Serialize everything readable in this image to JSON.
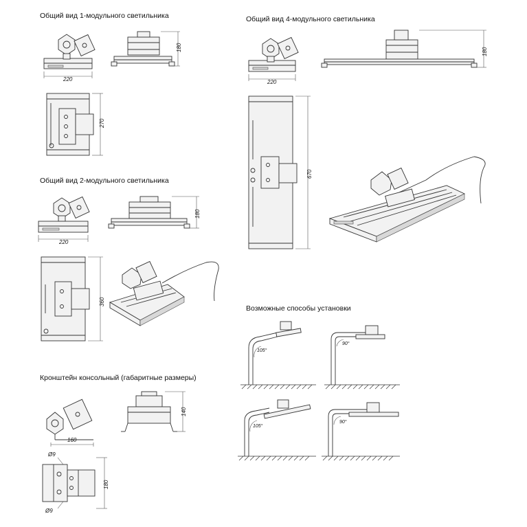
{
  "titles": {
    "one_module": "Общий вид 1-модульного светильника",
    "four_module": "Общий вид 4-модульного светильника",
    "two_module": "Общий вид 2-модульного светильника",
    "bracket": "Кронштейн консольный (габаритные размеры)",
    "mounting": "Возможные способы установки"
  },
  "dimensions": {
    "m1_width": "220",
    "m1_height": "180",
    "m1_length": "270",
    "m4_width": "220",
    "m4_height": "180",
    "m4_length": "670",
    "m2_width": "220",
    "m2_height": "180",
    "m2_length": "360",
    "br_width": "160",
    "br_height": "140",
    "br_length": "180",
    "br_hole_top": "Ø9",
    "br_hole_bottom": "Ø9"
  },
  "angles": {
    "a1": "105°",
    "a2": "90°",
    "a3": "105°",
    "a4": "90°"
  }
}
